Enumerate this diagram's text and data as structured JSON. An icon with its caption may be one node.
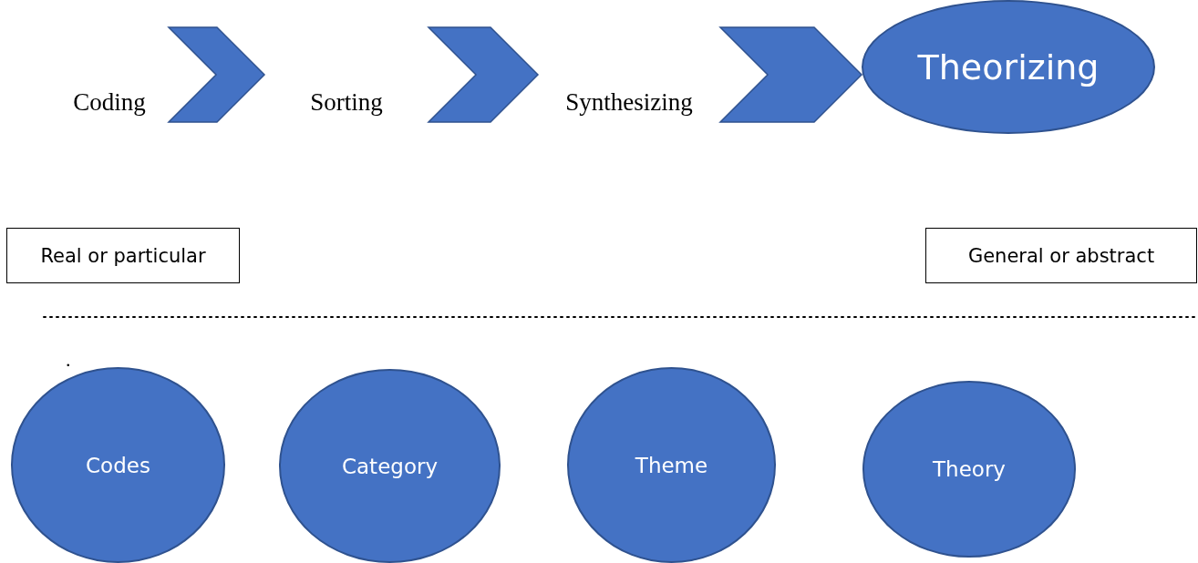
{
  "diagram": {
    "nodes": [
      {
        "text": [
          "Coding"
        ]
      },
      {
        "text": [
          "Sorting"
        ]
      },
      {
        "text": [
          "Synthesizing"
        ]
      },
      {
        "text": [
          "Theorizing"
        ]
      },
      {
        "text": [
          "Real or particular"
        ]
      },
      {
        "text": [
          "General or abstract"
        ]
      },
      {
        "text": [
          "Codes"
        ]
      },
      {
        "text": [
          "Category"
        ]
      },
      {
        "text": [
          "Theme"
        ]
      },
      {
        "text": [
          "Theory"
        ]
      }
    ],
    "edges": [
      {
        "from": 0,
        "to": 1,
        "arrow": "to"
      },
      {
        "from": 1,
        "to": 2,
        "arrow": "to"
      },
      {
        "from": 2,
        "to": 3,
        "arrow": "to"
      }
    ],
    "labels": [
      "."
    ]
  }
}
